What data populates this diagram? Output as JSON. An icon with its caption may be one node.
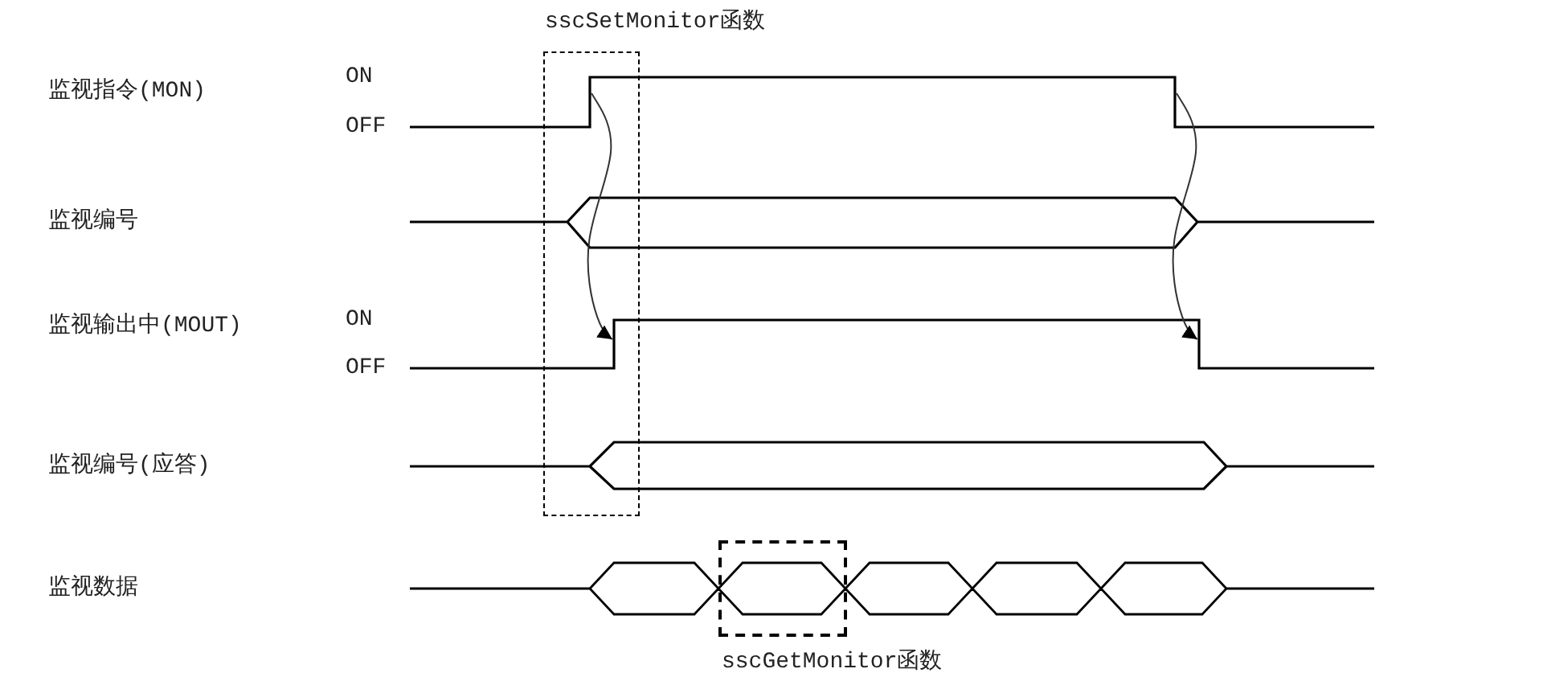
{
  "diagram": {
    "nodes": [
      {
        "text": [
          "sscSetMonitor函数"
        ]
      },
      {
        "text": [
          "sscGetMonitor函数"
        ]
      }
    ],
    "labels": [
      "监视指令(MON)",
      "ON",
      "OFF",
      "监视编号",
      "监视输出中(MOUT)",
      "ON",
      "OFF",
      "监视编号(应答)",
      "监视数据"
    ]
  }
}
